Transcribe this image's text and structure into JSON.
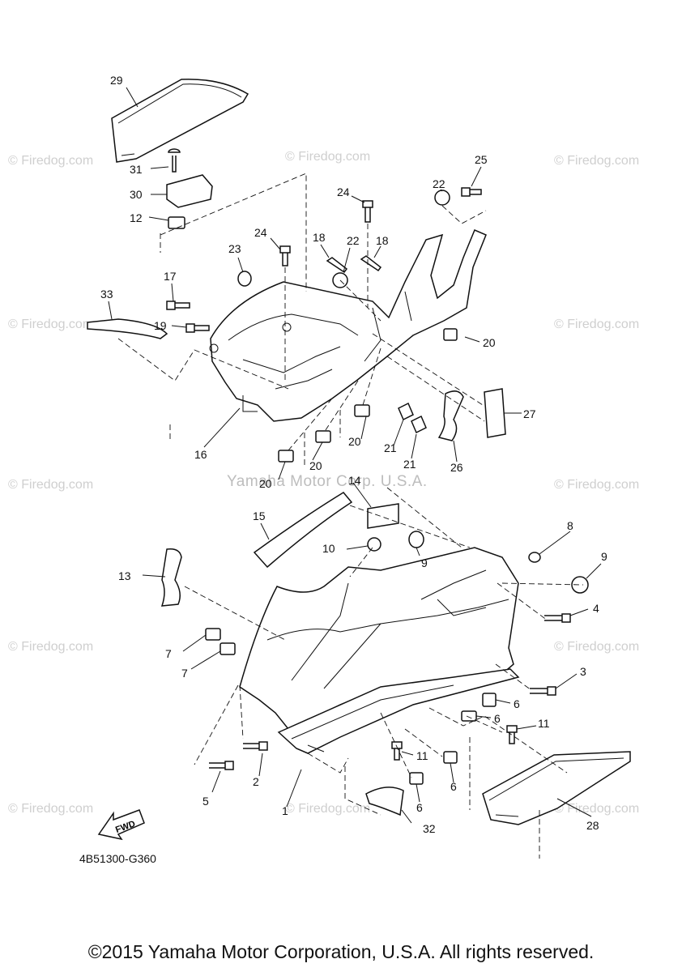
{
  "watermarks": {
    "site": "© Firedog.com",
    "center": "Yamaha Motor Corp. U.S.A."
  },
  "diagram_code": "4B51300-G360",
  "fwd_label": "FWD",
  "copyright": "©2015 Yamaha Motor Corporation, U.S.A. All rights reserved.",
  "callouts": {
    "c1": "1",
    "c2": "2",
    "c3": "3",
    "c4": "4",
    "c5": "5",
    "c6a": "6",
    "c6b": "6",
    "c6c": "6",
    "c6d": "6",
    "c7a": "7",
    "c7b": "7",
    "c8": "8",
    "c9a": "9",
    "c9b": "9",
    "c10": "10",
    "c11a": "11",
    "c11b": "11",
    "c12": "12",
    "c13": "13",
    "c14": "14",
    "c15": "15",
    "c16": "16",
    "c17": "17",
    "c18a": "18",
    "c18b": "18",
    "c19": "19",
    "c20a": "20",
    "c20b": "20",
    "c20c": "20",
    "c20d": "20",
    "c21a": "21",
    "c21b": "21",
    "c22a": "22",
    "c22b": "22",
    "c23": "23",
    "c24a": "24",
    "c24b": "24",
    "c25": "25",
    "c26": "26",
    "c27": "27",
    "c28": "28",
    "c29": "29",
    "c30": "30",
    "c31": "31",
    "c32": "32",
    "c33": "33"
  }
}
